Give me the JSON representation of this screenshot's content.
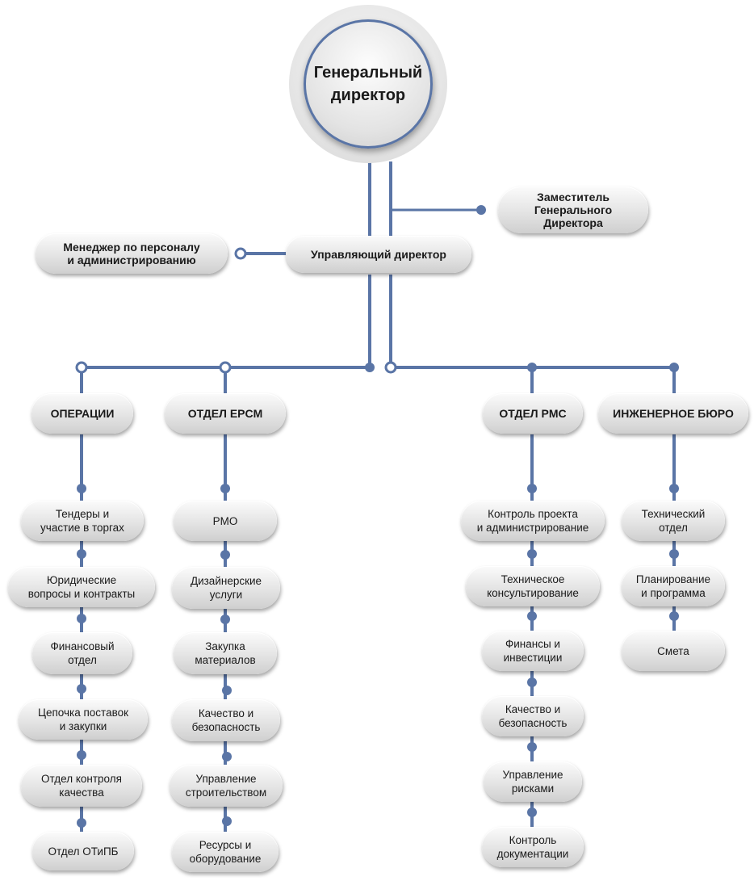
{
  "ceo": {
    "label": "Генеральный\nдиректор"
  },
  "deputy": {
    "label": "Заместитель\nГенерального\nДиректора"
  },
  "managing_director": {
    "label": "Управляющий директор"
  },
  "hr_manager": {
    "label": "Менеджер по персоналу\nи администрированию"
  },
  "departments": {
    "operations": {
      "label": "ОПЕРАЦИИ",
      "items": [
        "Тендеры и\nучастие в торгах",
        "Юридические\nвопросы и контракты",
        "Финансовый\nотдел",
        "Цепочка поставок\nи закупки",
        "Отдел контроля\nкачества",
        "Отдел ОТиПБ"
      ]
    },
    "epcm": {
      "label": "ОТДЕЛ EPCM",
      "items": [
        "PMO",
        "Дизайнерские\nуслуги",
        "Закупка\nматериалов",
        "Качество и\nбезопасность",
        "Управление\nстроительством",
        "Ресурсы и\nоборудование"
      ]
    },
    "pmc": {
      "label": "ОТДЕЛ PMC",
      "items": [
        "Контроль проекта\nи администрирование",
        "Техническое\nконсультирование",
        "Финансы и\nинвестиции",
        "Качество и\nбезопасность",
        "Управление\nрисками",
        "Контроль\nдокументации"
      ]
    },
    "engineering": {
      "label": "ИНЖЕНЕРНОЕ БЮРО",
      "items": [
        "Технический\nотдел",
        "Планирование\nи программа",
        "Смета"
      ]
    }
  },
  "colors": {
    "line": "#5a75a6",
    "dot": "#5a75a6"
  }
}
